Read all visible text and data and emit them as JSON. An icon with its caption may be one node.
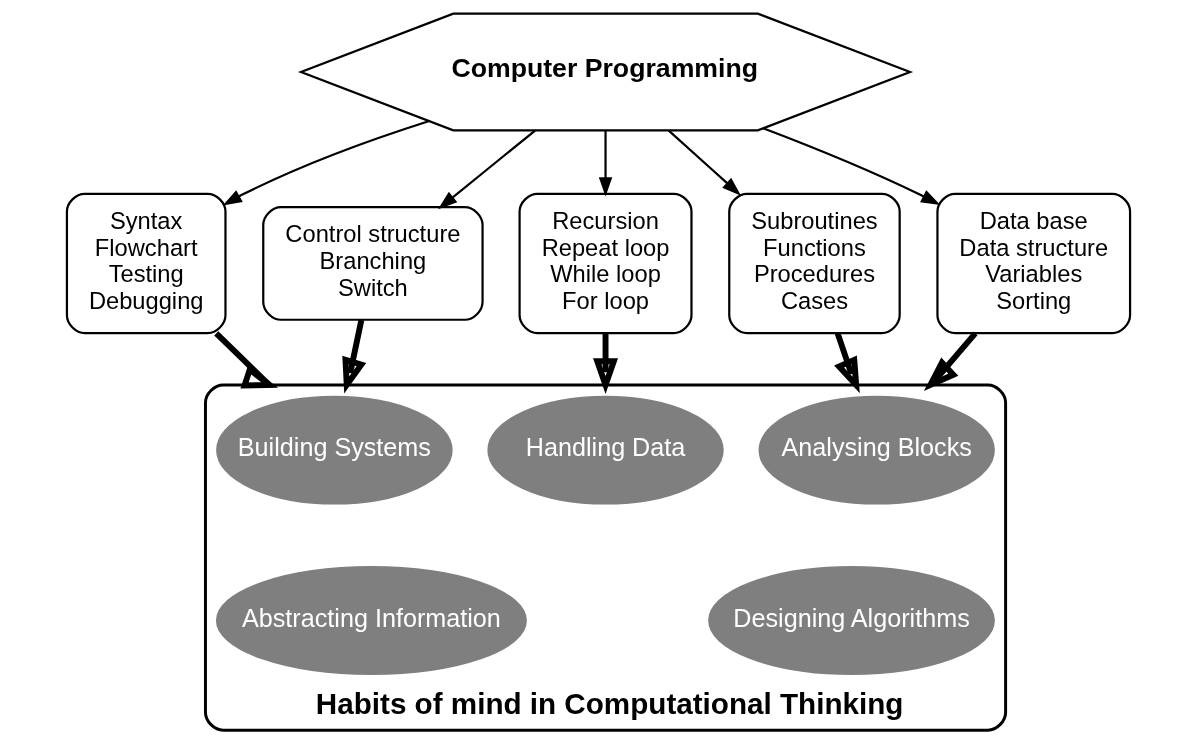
{
  "diagram": {
    "nodes": [
      {
        "text": [
          "Computer Programming"
        ]
      },
      {
        "text": [
          "Syntax",
          "Flowchart",
          "Testing",
          "Debugging"
        ]
      },
      {
        "text": [
          "Subroutines",
          "Functions",
          "Procedures",
          "Cases"
        ]
      },
      {
        "text": [
          "Recursion",
          "Repeat loop",
          "While loop",
          "For loop"
        ]
      },
      {
        "text": [
          "Control structure",
          "Branching",
          "Switch"
        ]
      },
      {
        "text": [
          "Data base",
          "Data structure",
          "Variables",
          "Sorting"
        ]
      },
      {
        "text": [
          "Habits of mind in Computational Thinking"
        ]
      },
      {
        "text": [
          "Building Systems"
        ],
        "in": 6
      },
      {
        "text": [
          "Analysing Blocks"
        ],
        "in": 6
      },
      {
        "text": [
          "Handling Data"
        ],
        "in": 6
      },
      {
        "text": [
          "Abstracting Information"
        ],
        "in": 6
      },
      {
        "text": [
          "Designing Algorithms"
        ],
        "in": 6
      }
    ],
    "edges": [
      {
        "from": 0,
        "to": 1,
        "arrow": "to"
      },
      {
        "from": 0,
        "to": 2,
        "arrow": "to"
      },
      {
        "from": 0,
        "to": 3,
        "arrow": "to"
      },
      {
        "from": 0,
        "to": 4,
        "arrow": "to"
      },
      {
        "from": 0,
        "to": 5,
        "arrow": "to"
      },
      {
        "from": 1,
        "to": 6,
        "arrow": "to",
        "style": "thick"
      },
      {
        "from": 2,
        "to": 6,
        "arrow": "to",
        "style": "thick"
      },
      {
        "from": 3,
        "to": 6,
        "arrow": "to",
        "style": "thick"
      },
      {
        "from": 4,
        "to": 6,
        "arrow": "to",
        "style": "thick"
      },
      {
        "from": 5,
        "to": 6,
        "arrow": "to",
        "style": "thick"
      }
    ]
  }
}
